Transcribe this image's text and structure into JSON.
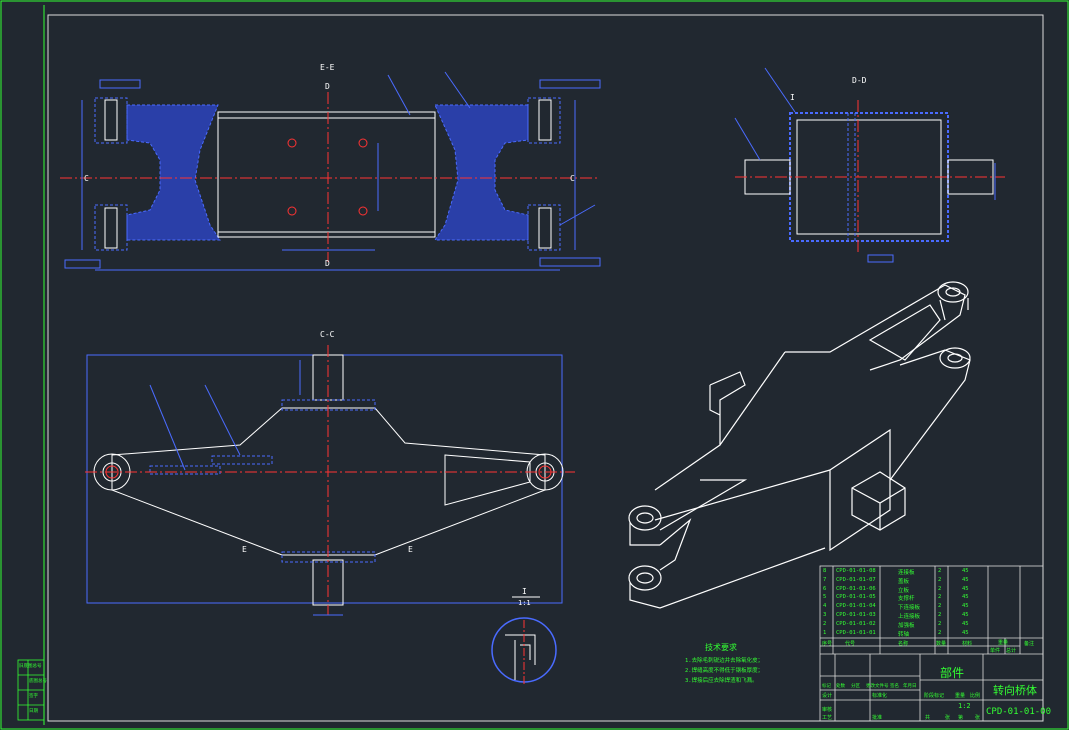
{
  "views": {
    "ee_title": "E-E",
    "ee_cut_top": "D",
    "ee_cut_bottom": "D",
    "ee_side_left": "C",
    "ee_side_right": "C",
    "dd_title": "D-D",
    "dd_detail_mark": "I",
    "cc_title": "C-C",
    "cc_cut_left": "E",
    "cc_cut_right": "E",
    "detail_title": "I",
    "detail_scale": "1:1"
  },
  "tech": {
    "title": "技术要求",
    "lines": [
      "1.去除毛刺锐边并去除氧化皮；",
      "2.焊缝高度不得低于钢板厚度；",
      "3.焊接后应去除焊渣和飞溅。"
    ]
  },
  "bom": {
    "rows": [
      {
        "no": "8",
        "code": "CPD-01-01-08",
        "name": "连接板",
        "qty": "2",
        "mat": "45"
      },
      {
        "no": "7",
        "code": "CPD-01-01-07",
        "name": "盖板",
        "qty": "2",
        "mat": "45"
      },
      {
        "no": "6",
        "code": "CPD-01-01-06",
        "name": "立板",
        "qty": "2",
        "mat": "45"
      },
      {
        "no": "5",
        "code": "CPD-01-01-05",
        "name": "支撑杆",
        "qty": "2",
        "mat": "45"
      },
      {
        "no": "4",
        "code": "CPD-01-01-04",
        "name": "下连接板",
        "qty": "2",
        "mat": "45"
      },
      {
        "no": "3",
        "code": "CPD-01-01-03",
        "name": "上连接板",
        "qty": "2",
        "mat": "45"
      },
      {
        "no": "2",
        "code": "CPD-01-01-02",
        "name": "加强板",
        "qty": "2",
        "mat": "45"
      },
      {
        "no": "1",
        "code": "CPD-01-01-01",
        "name": "转轴",
        "qty": "2",
        "mat": "45"
      }
    ],
    "header": [
      "序号",
      "代号",
      "名称",
      "数量",
      "材料",
      "单件",
      "总计",
      "备注"
    ],
    "weight_header": "重量"
  },
  "title_block": {
    "category": "部件",
    "part_name": "转向桥体",
    "drawing_no": "CPD-01-01-00",
    "scale": "1:2",
    "stage_label": "阶段标记",
    "weight_label": "重量",
    "scale_label": "比例",
    "designer_label": "设计",
    "standard_label": "标准化",
    "review_label": "审核",
    "process_label": "工艺",
    "approve_label": "批准",
    "row_labels": [
      "标记",
      "处数",
      "分区",
      "更改文件号",
      "签名",
      "年月日"
    ],
    "sheet_label": "共",
    "sheet_of": "张",
    "page_label": "第",
    "page_of": "张"
  },
  "side_strip": {
    "labels": [
      "旧底图总号",
      "底图总号",
      "签字",
      "日期"
    ]
  },
  "colors": {
    "background": "#212830",
    "frame": "#33ff33",
    "geometry": "#ffffff",
    "dimension": "#4a6bff",
    "centerline": "#ff3333",
    "hatch": "#3355ee"
  }
}
